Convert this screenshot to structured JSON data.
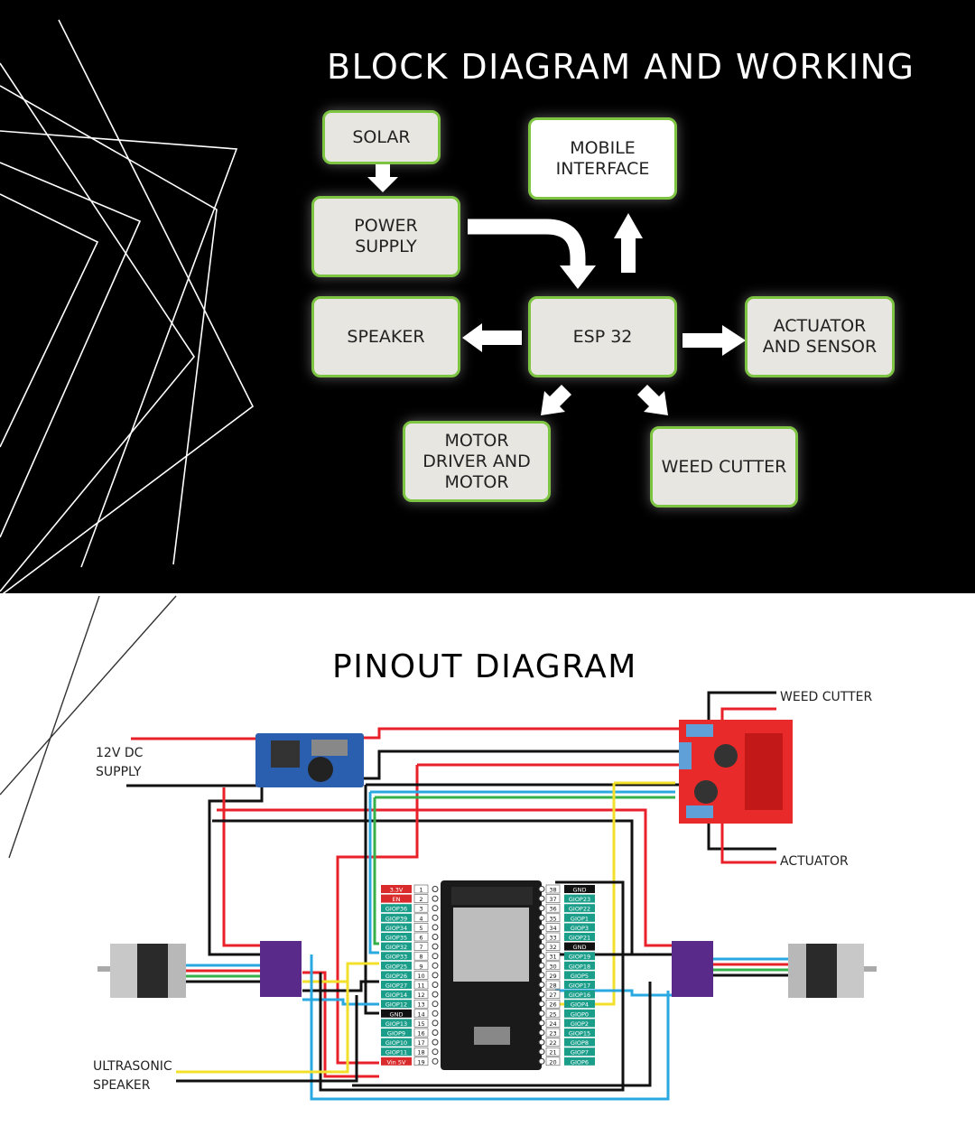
{
  "block_diagram": {
    "title": "BLOCK DIAGRAM AND WORKING",
    "blocks": {
      "solar": "SOLAR",
      "power_supply": "POWER\nSUPPLY",
      "mobile_interface": "MOBILE\nINTERFACE",
      "speaker": "SPEAKER",
      "esp32": "ESP 32",
      "actuator_sensor": "ACTUATOR\nAND SENSOR",
      "motor_driver": "MOTOR\nDRIVER AND\nMOTOR",
      "weed_cutter": "WEED CUTTER"
    },
    "colors": {
      "block_fill": "#e8e6e0",
      "block_border": "#7cc441",
      "background": "#000000",
      "arrow": "#ffffff"
    }
  },
  "pinout": {
    "title": "PINOUT DIAGRAM",
    "labels": {
      "supply": "12V DC\nSUPPLY",
      "weed_cutter": "WEED CUTTER",
      "actuator": "ACTUATOR",
      "ultrasonic": "ULTRASONIC\nSPEAKER"
    },
    "left_pins": [
      {
        "num": "1",
        "name": "3.3V"
      },
      {
        "num": "2",
        "name": "EN"
      },
      {
        "num": "3",
        "name": "GIOP36"
      },
      {
        "num": "4",
        "name": "GIOP39"
      },
      {
        "num": "5",
        "name": "GIOP34"
      },
      {
        "num": "6",
        "name": "GIOP35"
      },
      {
        "num": "7",
        "name": "GIOP32"
      },
      {
        "num": "8",
        "name": "GIOP33"
      },
      {
        "num": "9",
        "name": "GIOP25"
      },
      {
        "num": "10",
        "name": "GIOP26"
      },
      {
        "num": "11",
        "name": "GIOP27"
      },
      {
        "num": "12",
        "name": "GIOP14"
      },
      {
        "num": "13",
        "name": "GIOP12"
      },
      {
        "num": "14",
        "name": "GND"
      },
      {
        "num": "15",
        "name": "GIOP13"
      },
      {
        "num": "16",
        "name": "GIOP9"
      },
      {
        "num": "17",
        "name": "GIOP10"
      },
      {
        "num": "18",
        "name": "GIOP11"
      },
      {
        "num": "19",
        "name": "Vin 5V"
      }
    ],
    "right_pins": [
      {
        "num": "38",
        "name": "GND"
      },
      {
        "num": "37",
        "name": "GIOP23"
      },
      {
        "num": "36",
        "name": "GIOP22"
      },
      {
        "num": "35",
        "name": "GIOP1"
      },
      {
        "num": "34",
        "name": "GIOP3"
      },
      {
        "num": "33",
        "name": "GIOP21"
      },
      {
        "num": "32",
        "name": "GND"
      },
      {
        "num": "31",
        "name": "GIOP19"
      },
      {
        "num": "30",
        "name": "GIOP18"
      },
      {
        "num": "29",
        "name": "GIOP5"
      },
      {
        "num": "28",
        "name": "GIOP17"
      },
      {
        "num": "27",
        "name": "GIOP16"
      },
      {
        "num": "26",
        "name": "GIOP4"
      },
      {
        "num": "25",
        "name": "GIOP0"
      },
      {
        "num": "24",
        "name": "GIOP2"
      },
      {
        "num": "23",
        "name": "GIOP15"
      },
      {
        "num": "22",
        "name": "GIOP8"
      },
      {
        "num": "21",
        "name": "GIOP7"
      },
      {
        "num": "20",
        "name": "GIOP6"
      }
    ],
    "colors": {
      "wire_red": "#e8202a",
      "wire_black": "#111111",
      "wire_blue": "#2aa8e0",
      "wire_yellow": "#f2e02a",
      "wire_green": "#35b04a",
      "pin_red": "#d92b2b",
      "pin_teal": "#1a9e8a",
      "pin_black": "#111111",
      "driver_board": "#e82a2a",
      "buck_board": "#2a5fb0",
      "stepper_driver": "#5a2a8a"
    }
  }
}
